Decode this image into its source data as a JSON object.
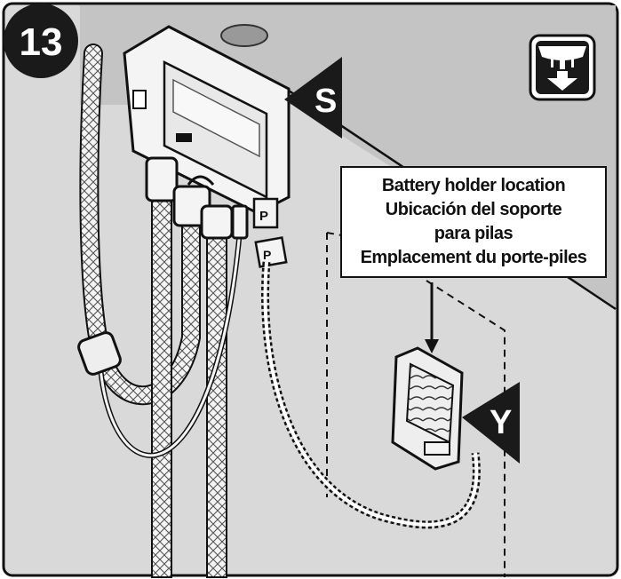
{
  "step": {
    "number": "13"
  },
  "callout": {
    "line1": "Battery holder location",
    "line2": "Ubicación del soporte",
    "line3": "para pilas",
    "line4": "Emplacement du porte-piles"
  },
  "markers": {
    "s_label": "S",
    "y_label": "Y",
    "p_label": "P"
  },
  "icons": [
    "under-sink-icon",
    "faucet-icon",
    "arrow-down-icon"
  ],
  "colors": {
    "wall": "#d9d9d9",
    "cabinet_top": "#c6c6c6",
    "outline": "#111111",
    "badge": "#1a1a1a"
  }
}
